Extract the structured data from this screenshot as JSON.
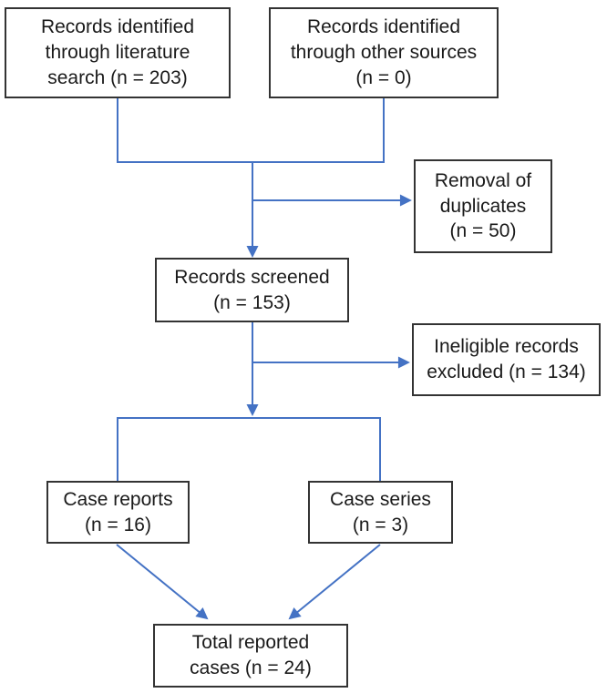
{
  "colors": {
    "connector_blue": "#4472C4",
    "box_border": "#333333",
    "box_fill": "#FFFFFF",
    "text": "#1A1A1A",
    "background": "#FFFFFF"
  },
  "nodes": {
    "literature_search": {
      "label": "Records identified\nthrough literature\nsearch (n = 203)",
      "n": 203
    },
    "other_sources": {
      "label": "Records identified\nthrough other sources\n(n = 0)",
      "n": 0
    },
    "duplicates": {
      "label": "Removal of\nduplicates\n(n = 50)",
      "n": 50
    },
    "screened": {
      "label": "Records screened\n(n = 153)",
      "n": 153
    },
    "excluded": {
      "label": "Ineligible records\nexcluded (n = 134)",
      "n": 134
    },
    "case_reports": {
      "label": "Case reports\n(n = 16)",
      "n": 16
    },
    "case_series": {
      "label": "Case series\n(n = 3)",
      "n": 3
    },
    "total": {
      "label": "Total reported\ncases (n = 24)",
      "n": 24
    }
  }
}
